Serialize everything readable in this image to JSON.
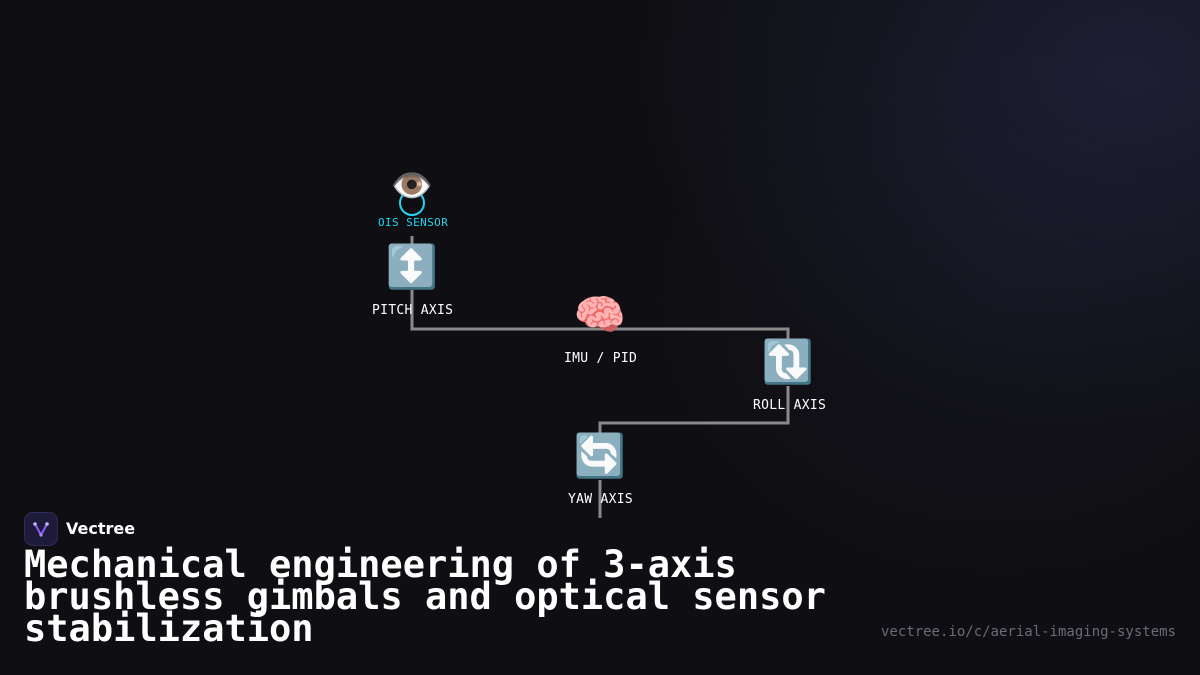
{
  "brand": {
    "name": "Vectree",
    "logo_icon": "vectree-logo-icon",
    "accent": "#8b5cf6"
  },
  "title": "Mechanical engineering of 3-axis brushless gimbals and optical sensor stabilization",
  "url": "vectree.io/c/aerial-imaging-systems",
  "colors": {
    "background": "#0f0f13",
    "edge": "#8a8a8a",
    "sensor": "#22d3ee",
    "label": "#ffffff"
  },
  "nodes": {
    "sensor": {
      "label": "OIS SENSOR",
      "icon": "eye-icon",
      "glyph": "👁️"
    },
    "pitch": {
      "label": "PITCH AXIS",
      "icon": "up-down-arrow-icon",
      "glyph": "↕️"
    },
    "imu": {
      "label": "IMU / PID",
      "icon": "brain-icon",
      "glyph": "🧠"
    },
    "roll": {
      "label": "ROLL AXIS",
      "icon": "clockwise-arrows-icon",
      "glyph": "🔃"
    },
    "yaw": {
      "label": "YAW AXIS",
      "icon": "counterclockwise-arrows-icon",
      "glyph": "🔄"
    }
  }
}
